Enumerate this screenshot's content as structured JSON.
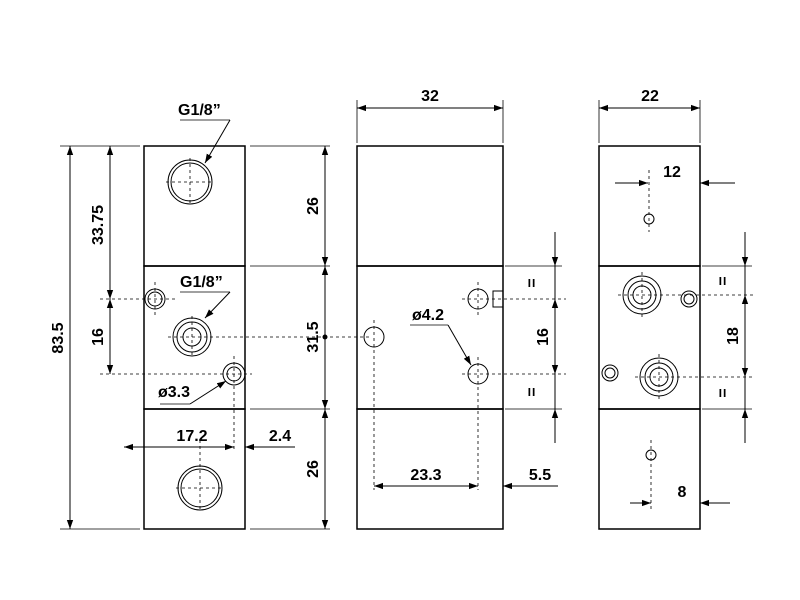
{
  "front_view": {
    "port_top_label": "G1/8”",
    "port_center_label": "G1/8”",
    "hole_label": "ø3.3",
    "dim_overall": "83.5",
    "dim_33_75": "33.75",
    "dim_16": "16",
    "dim_26_top": "26",
    "dim_31_5": "31.5",
    "dim_26_bottom": "26",
    "dim_17_2": "17.2",
    "dim_2_4": "2.4"
  },
  "side_view": {
    "dim_width": "32",
    "hole_label": "ø4.2",
    "dim_16": "16",
    "equal_top": "=",
    "equal_bottom": "=",
    "dim_23_3": "23.3",
    "dim_5_5": "5.5"
  },
  "end_view": {
    "dim_width": "22",
    "dim_12": "12",
    "dim_18": "18",
    "equal_top": "=",
    "equal_bottom": "=",
    "dim_8": "8"
  }
}
